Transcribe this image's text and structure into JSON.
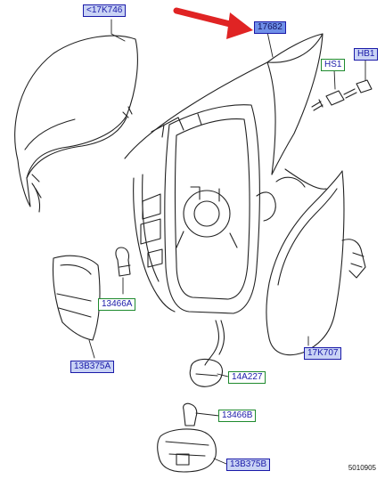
{
  "callouts": {
    "p17k746_left": "<17K746",
    "p17682": "17682",
    "hs1": "HS1",
    "hb1": "HB1",
    "p13466a": "13466A",
    "p13b375a": "13B375A",
    "p14a227": "14A227",
    "p13466b": "13466B",
    "p13b375b": "13B375B",
    "p17k707": "17K707"
  },
  "footer": {
    "reference": "5010905"
  },
  "colors": {
    "arrow": "#e02424",
    "callout_blue_border": "#1a1aa8",
    "callout_blue_fill": "#c9d3f5",
    "callout_green_border": "#1e8a2e",
    "line": "#222222"
  }
}
